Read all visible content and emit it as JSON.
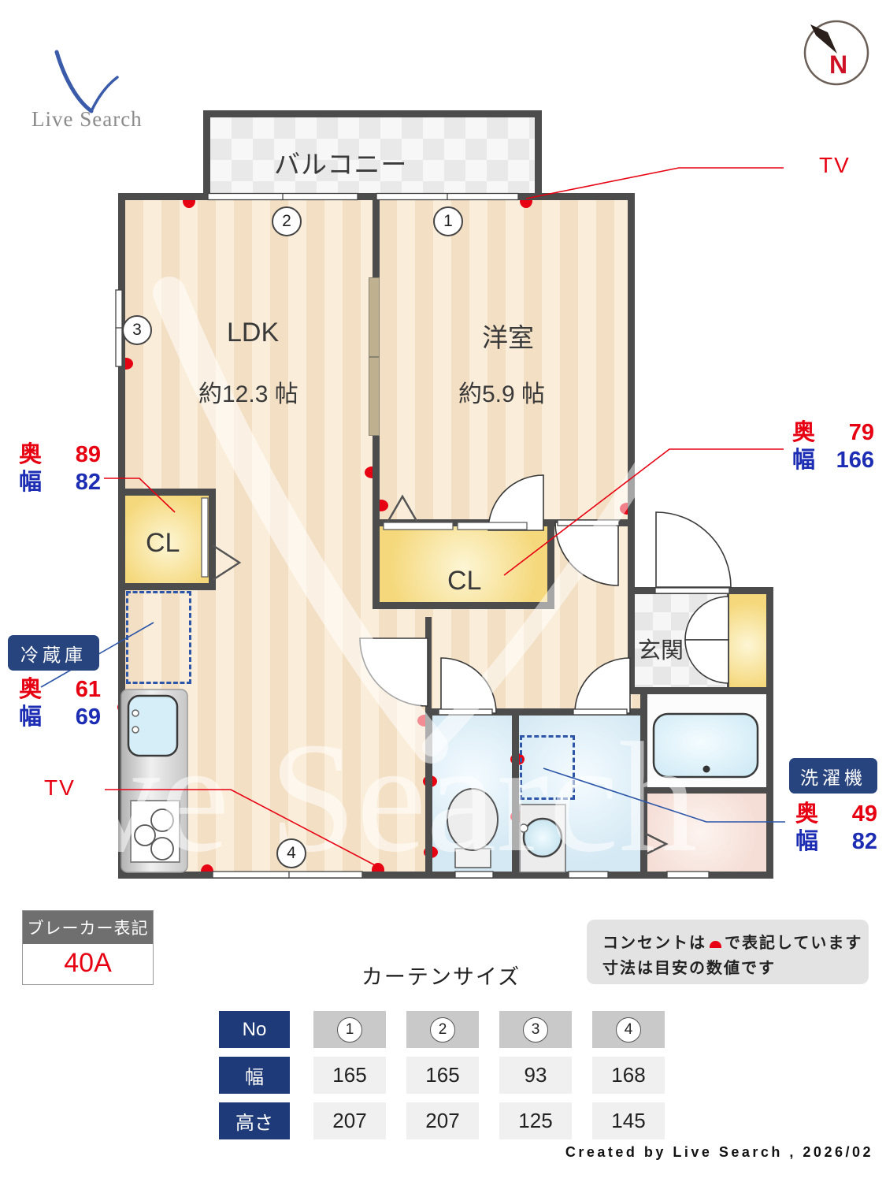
{
  "logo": {
    "brand": "Live Search"
  },
  "compass": {
    "north": "N"
  },
  "watermark": {
    "text": "Live Search"
  },
  "plan": {
    "balcony_label": "バルコニー",
    "ldk_label": "LDK",
    "ldk_size": "約12.3 帖",
    "western_label": "洋室",
    "western_size": "約5.9 帖",
    "closet_ldk_label": "CL",
    "closet_western_label": "CL",
    "entrance_label": "玄関",
    "markers": [
      "1",
      "2",
      "3",
      "4"
    ]
  },
  "annotations": {
    "tv_top": "TV",
    "tv_left": "TV",
    "closet_ldk_dims": {
      "depth_label": "奥",
      "depth": "89",
      "width_label": "幅",
      "width": "82"
    },
    "closet_western_dims": {
      "depth_label": "奥",
      "depth": "79",
      "width_label": "幅",
      "width": "166"
    },
    "fridge": {
      "badge": "冷蔵庫",
      "depth_label": "奥",
      "depth": "61",
      "width_label": "幅",
      "width": "69"
    },
    "washer": {
      "badge": "洗濯機",
      "depth_label": "奥",
      "depth": "49",
      "width_label": "幅",
      "width": "82"
    }
  },
  "breaker": {
    "title": "ブレーカー表記",
    "value": "40A"
  },
  "notice": {
    "line1_pre": "コンセントは",
    "line1_post": "で表記しています",
    "line2": "寸法は目安の数値です"
  },
  "curtain_table": {
    "title": "カーテンサイズ",
    "row_headers": [
      "No",
      "幅",
      "高さ"
    ],
    "columns": [
      "1",
      "2",
      "3",
      "4"
    ],
    "width_values": [
      "165",
      "165",
      "93",
      "168"
    ],
    "height_values": [
      "207",
      "207",
      "125",
      "145"
    ]
  },
  "footer": {
    "credit": "Created by Live Search , 2026/02"
  }
}
